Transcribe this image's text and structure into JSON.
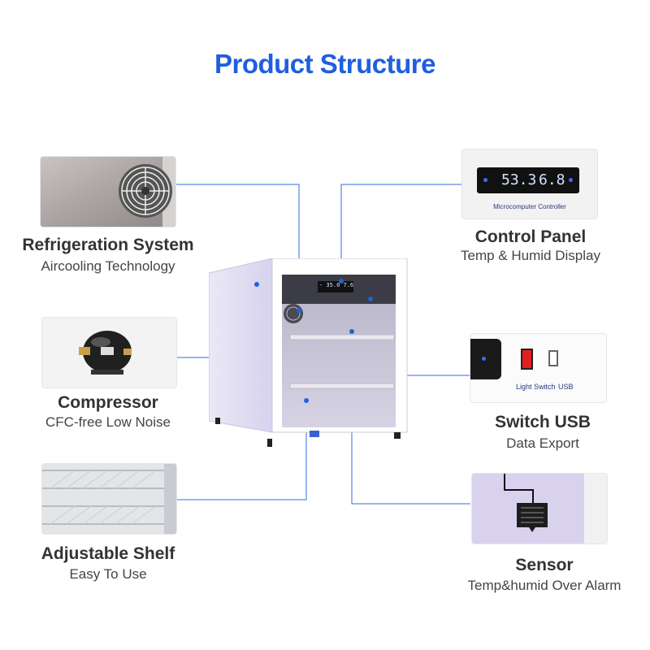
{
  "title": "Product Structure",
  "features": {
    "refrigeration": {
      "heading": "Refrigeration System",
      "sub": "Aircooling Technology"
    },
    "compressor": {
      "heading": "Compressor",
      "sub": "CFC-free Low Noise"
    },
    "shelf": {
      "heading": "Adjustable  Shelf",
      "sub": "Easy To Use"
    },
    "control": {
      "heading": "Control Panel",
      "sub": "Temp & Humid Display",
      "display_left": "53.3",
      "display_right": "6.8",
      "caption": "Microcomputer Controller"
    },
    "switch": {
      "heading": "Switch USB",
      "sub": "Data Export",
      "light_label": "Light Switch",
      "usb_label": "USB"
    },
    "sensor": {
      "heading": "Sensor",
      "sub": "Temp&humid Over Alarm"
    }
  },
  "fridge": {
    "display": "- 35.0  7.6"
  },
  "colors": {
    "title": "#1f5ee0",
    "line": "#2f6fe0",
    "accent": "#1f63d9"
  }
}
